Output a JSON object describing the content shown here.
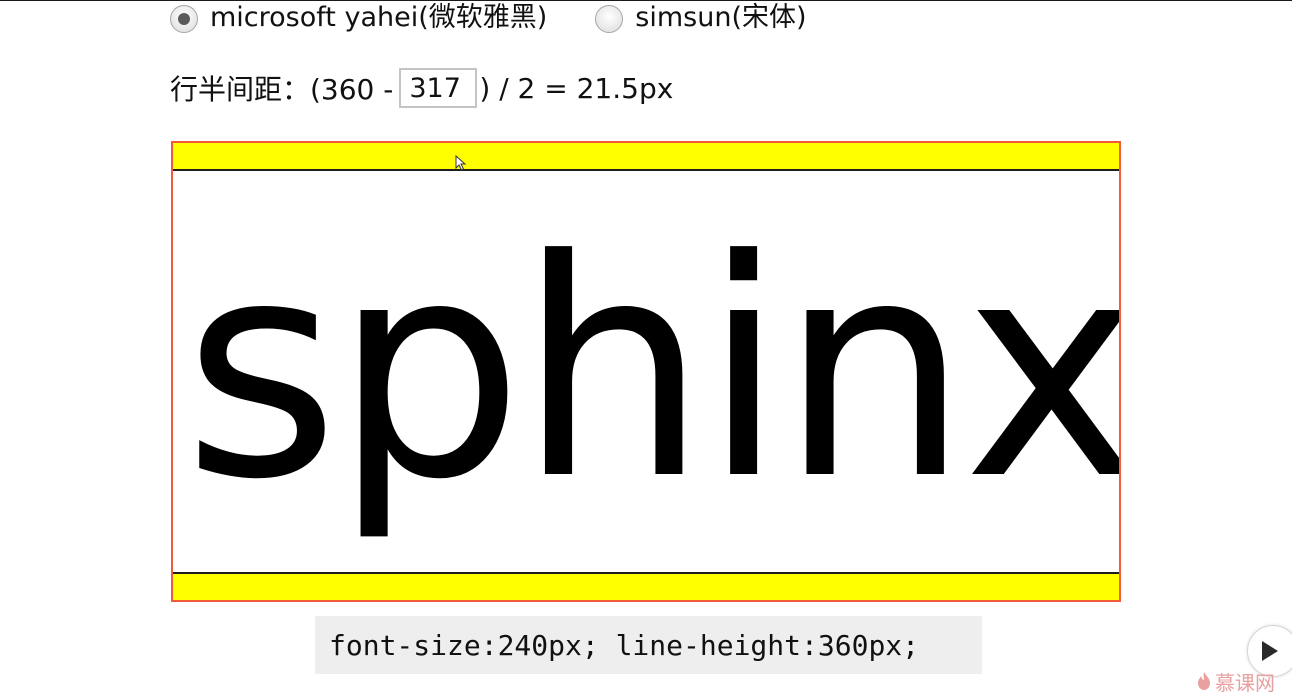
{
  "font_options": [
    {
      "label": "microsoft yahei(微软雅黑)",
      "selected": true
    },
    {
      "label": "simsun(宋体)",
      "selected": false
    }
  ],
  "formula": {
    "prefix": "行半间距：(360 -",
    "input_value": "317",
    "suffix": ") / 2 = 21.5px"
  },
  "demo": {
    "sample_text": "sphinx",
    "band_color": "#ffff00",
    "border_color": "#f25b3a"
  },
  "code": {
    "text": "font-size:240px; line-height:360px;"
  },
  "watermark": {
    "text": "慕课网",
    "icon": "flame-icon"
  },
  "player": {
    "icon": "play-icon"
  }
}
